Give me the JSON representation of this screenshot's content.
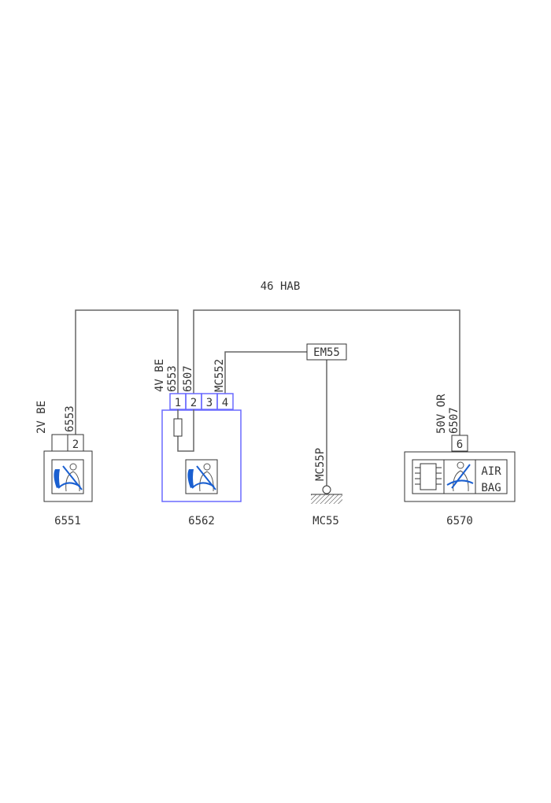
{
  "title": "46 HAB",
  "components": {
    "c6551": {
      "id": "6551",
      "pin": "2",
      "wire": "6553",
      "connector": "2V BE"
    },
    "c6562": {
      "id": "6562",
      "pins": [
        "1",
        "2",
        "3",
        "4"
      ],
      "wires": [
        "6553",
        "6507",
        "MC552"
      ],
      "connector": "4V BE"
    },
    "mc55": {
      "id": "MC55",
      "wire": "MC55P",
      "splice": "EM55"
    },
    "c6570": {
      "id": "6570",
      "pin": "6",
      "wire": "6507",
      "connector": "50V OR",
      "airbag_line1": "AIR",
      "airbag_line2": "BAG"
    }
  },
  "colors": {
    "wire": "#666666",
    "module_outline": "#6a6aff",
    "icon": "#1a5fd0"
  }
}
